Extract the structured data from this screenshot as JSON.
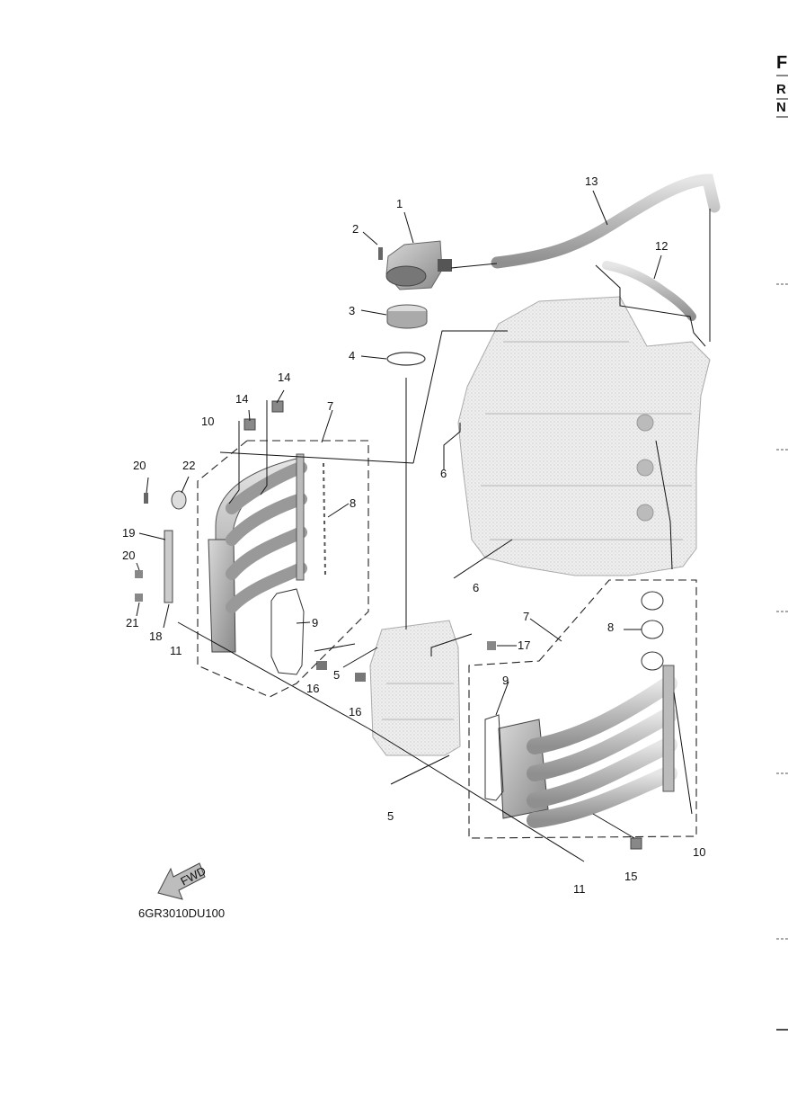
{
  "diagram_code": "6GR3010DU100",
  "direction_label": "FWD",
  "callouts": [
    "1",
    "2",
    "3",
    "4",
    "5",
    "6",
    "7",
    "8",
    "9",
    "10",
    "11",
    "12",
    "13",
    "14",
    "15",
    "16",
    "17",
    "18",
    "19",
    "20",
    "21",
    "22"
  ],
  "edge_text": {
    "top_letter": "F",
    "r_letter": "R",
    "n_letter": "N"
  }
}
